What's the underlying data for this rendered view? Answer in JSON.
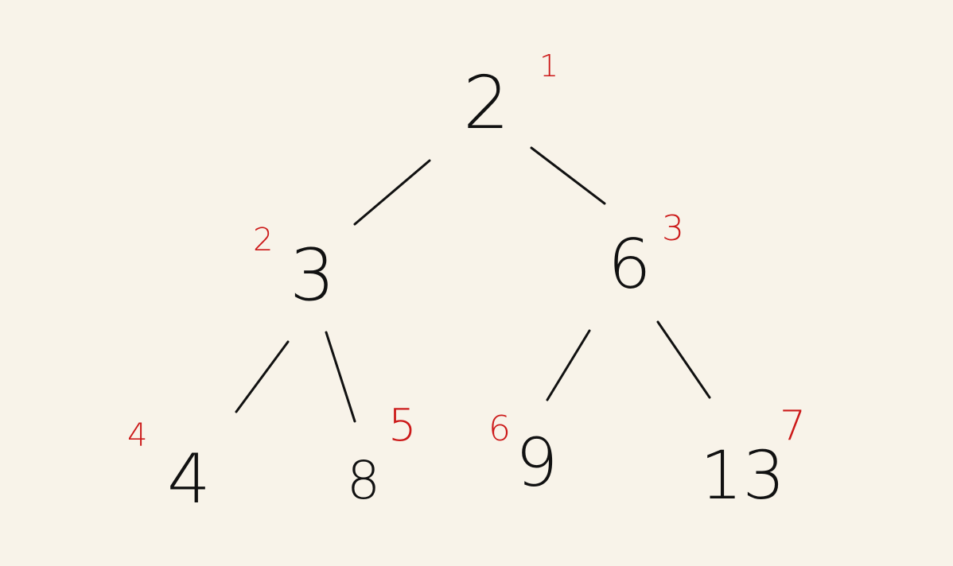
{
  "colors": {
    "background": "#f8f3e9",
    "node_value": "#111111",
    "index_number": "#cc1a1a"
  },
  "tree": {
    "nodes": [
      {
        "value": "2",
        "index": "1"
      },
      {
        "value": "3",
        "index": "2"
      },
      {
        "value": "6",
        "index": "3"
      },
      {
        "value": "4",
        "index": "4"
      },
      {
        "value": "8",
        "index": "5"
      },
      {
        "value": "9",
        "index": "6"
      },
      {
        "value": "13",
        "index": "7"
      }
    ],
    "edges": [
      {
        "from": "2",
        "to": "3"
      },
      {
        "from": "2",
        "to": "6"
      },
      {
        "from": "3",
        "to": "4"
      },
      {
        "from": "3",
        "to": "8"
      },
      {
        "from": "6",
        "to": "9"
      },
      {
        "from": "6",
        "to": "13"
      }
    ]
  }
}
